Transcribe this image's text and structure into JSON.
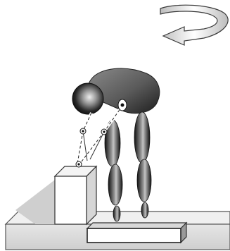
{
  "figure": {
    "description_visible_text": "",
    "elements": [
      "rotation-arrow-icon",
      "floor-slab",
      "floor-plate",
      "box-block",
      "robot-torso",
      "robot-head",
      "robot-arm",
      "robot-legs"
    ]
  }
}
